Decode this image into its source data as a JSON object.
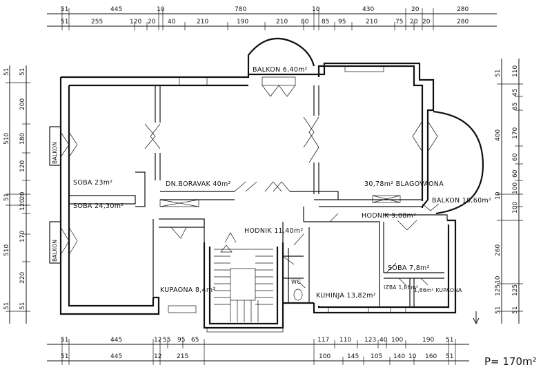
{
  "dimensions": {
    "top_row1": [
      "51",
      "445",
      "10",
      "780",
      "10",
      "430",
      "20",
      "280"
    ],
    "top_row2": [
      "51",
      "255",
      "120",
      "20",
      "40",
      "210",
      "190",
      "210",
      "80",
      "85",
      "95",
      "210",
      "75",
      "20",
      "20",
      "280"
    ],
    "bottom_row1": [
      "51",
      "445",
      "12",
      "55",
      "95",
      "65",
      "117",
      "110",
      "123",
      "40",
      "100",
      "190",
      "51"
    ],
    "bottom_row2": [
      "51",
      "445",
      "12",
      "215",
      "100",
      "145",
      "105",
      "140",
      "10",
      "160",
      "51"
    ],
    "left_row1": [
      "51",
      "510",
      "51",
      "510",
      "51"
    ],
    "left_row2": [
      "51",
      "200",
      "180",
      "120",
      "120",
      "20",
      "170",
      "220",
      "51"
    ],
    "right_row1": [
      "51",
      "400",
      "10",
      "260",
      "125",
      "10",
      "51"
    ],
    "right_row2": [
      "110",
      "45",
      "65",
      "170",
      "60",
      "60",
      "100",
      "100",
      "125",
      "51"
    ]
  },
  "rooms": {
    "soba1": "SOBA 23m²",
    "soba2": "SOBA 24,30m²",
    "dnevni_boravak": "DN.BORAVAK 40m²",
    "blagovaona": "30,78m² BLAGOVAONA",
    "balkon_top": "BALKON 6,40m²",
    "balkon_right": "BALKON 10,60m²",
    "balkon_left1": "BALKON",
    "balkon_left2": "BALKON",
    "hodnik1": "HODNIK 11,40m²",
    "hodnik2": "HODNIK 9,08m²",
    "kupaona1": "KUPAONA 8,4m²",
    "kuhinja": "KUHINJA 13,82m²",
    "soba3": "SOBA 7,8m²",
    "izba": "IZBA 1,86m²",
    "kupaona2": "1,86m² KUPAONA",
    "wc": "WC"
  },
  "area_total": "P= 170m²"
}
